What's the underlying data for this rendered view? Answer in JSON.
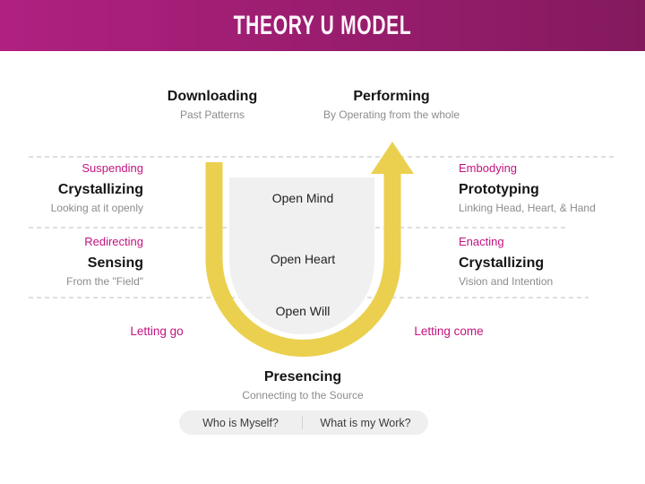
{
  "slide": {
    "title": "THEORY U MODEL"
  },
  "top_stages": {
    "downloading": {
      "title": "Downloading",
      "subtitle": "Past Patterns"
    },
    "performing": {
      "title": "Performing",
      "subtitle": "By Operating from the whole"
    }
  },
  "left_stages": [
    {
      "tag": "Suspending",
      "title": "Crystallizing",
      "subtitle": "Looking at it openly"
    },
    {
      "tag": "Redirecting",
      "title": "Sensing",
      "subtitle": "From the \"Field\""
    }
  ],
  "right_stages": [
    {
      "tag": "Embodying",
      "title": "Prototyping",
      "subtitle": "Linking Head, Heart, & Hand"
    },
    {
      "tag": "Enacting",
      "title": "Crystallizing",
      "subtitle": "Vision and Intention"
    }
  ],
  "u_shape": {
    "levels": [
      "Open Mind",
      "Open Heart",
      "Open Will"
    ]
  },
  "bottom": {
    "letting_go": "Letting go",
    "letting_come": "Letting come",
    "presencing": {
      "title": "Presencing",
      "subtitle": "Connecting to the Source"
    },
    "questions": [
      "Who is Myself?",
      "What is my Work?"
    ]
  },
  "colors": {
    "header_gradient_left": "#b02080",
    "header_gradient_right": "#841a5e",
    "accent_magenta": "#c21380",
    "u_yellow": "#ebd04f",
    "u_fill_gray": "#f0f0f0",
    "dashed_line": "#cccccc",
    "text_dark": "#151515",
    "text_gray": "#8c8c8c"
  }
}
